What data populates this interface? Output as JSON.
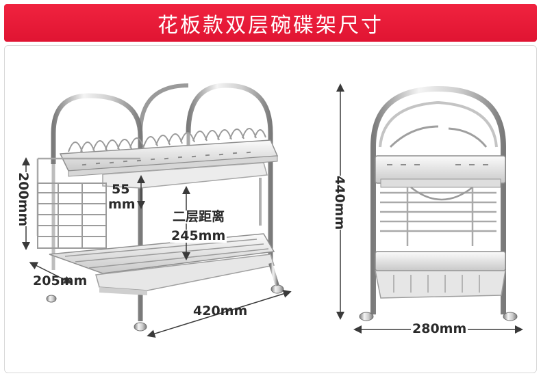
{
  "banner": {
    "title": "花板款双层碗碟架尺寸"
  },
  "dimensions": {
    "height_left": "200mm",
    "depth_left": "205mm",
    "width_front": "420mm",
    "handle_gap_value": "55",
    "handle_gap_unit": "mm",
    "layer_gap_label": "二层距离",
    "layer_gap_value": "245mm",
    "height_right": "440mm",
    "width_side": "280mm"
  },
  "colors": {
    "banner": "#e8173a",
    "steel_light": "#f2f2f2",
    "steel_mid": "#b9b9b9",
    "steel_dark": "#6e6e6e",
    "dimension_line": "#3a3a3a"
  }
}
